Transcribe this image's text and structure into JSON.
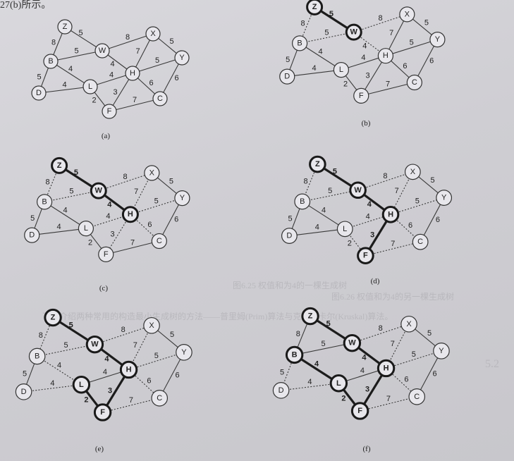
{
  "top_text": "27(b)所示。",
  "ghost_text": [
    "图6.25 权值和为4的一棵生成树",
    "图6.26 权值和为4的另一棵生成树",
    "下面介绍两种常用的构造最小生成树的方法——普里姆(Prim)算法与克鲁斯卡尔(Kruskal)算法。",
    "5.2"
  ],
  "graph": {
    "nodes": [
      {
        "id": "Z",
        "label": "Z"
      },
      {
        "id": "X",
        "label": "X"
      },
      {
        "id": "W",
        "label": "W"
      },
      {
        "id": "B",
        "label": "B"
      },
      {
        "id": "Y",
        "label": "Y"
      },
      {
        "id": "H",
        "label": "H"
      },
      {
        "id": "D",
        "label": "D"
      },
      {
        "id": "L",
        "label": "L"
      },
      {
        "id": "C",
        "label": "C"
      },
      {
        "id": "F",
        "label": "F"
      }
    ],
    "edges": [
      {
        "a": "Z",
        "b": "B",
        "w": "8"
      },
      {
        "a": "Z",
        "b": "W",
        "w": "5"
      },
      {
        "a": "W",
        "b": "X",
        "w": "8"
      },
      {
        "a": "B",
        "b": "W",
        "w": "5"
      },
      {
        "a": "X",
        "b": "Y",
        "w": "5"
      },
      {
        "a": "X",
        "b": "H",
        "w": "7"
      },
      {
        "a": "W",
        "b": "H",
        "w": "4"
      },
      {
        "a": "B",
        "b": "L",
        "w": "4"
      },
      {
        "a": "B",
        "b": "D",
        "w": "5"
      },
      {
        "a": "H",
        "b": "Y",
        "w": "5"
      },
      {
        "a": "L",
        "b": "H",
        "w": "4"
      },
      {
        "a": "D",
        "b": "L",
        "w": "4"
      },
      {
        "a": "H",
        "b": "C",
        "w": "6"
      },
      {
        "a": "Y",
        "b": "C",
        "w": "6"
      },
      {
        "a": "H",
        "b": "F",
        "w": "3"
      },
      {
        "a": "L",
        "b": "F",
        "w": "2"
      },
      {
        "a": "F",
        "b": "C",
        "w": "7"
      }
    ]
  },
  "panels": [
    {
      "caption": "(a)",
      "bold_nodes": [],
      "bold_edges": []
    },
    {
      "caption": "(b)",
      "bold_nodes": [
        "Z",
        "W"
      ],
      "bold_edges": [
        "Z-W"
      ]
    },
    {
      "caption": "(c)",
      "bold_nodes": [
        "Z",
        "W",
        "H"
      ],
      "bold_edges": [
        "Z-W",
        "W-H"
      ]
    },
    {
      "caption": "(d)",
      "bold_nodes": [
        "Z",
        "W",
        "H",
        "F"
      ],
      "bold_edges": [
        "Z-W",
        "W-H",
        "H-F"
      ]
    },
    {
      "caption": "(e)",
      "bold_nodes": [
        "Z",
        "W",
        "H",
        "F",
        "L"
      ],
      "bold_edges": [
        "Z-W",
        "W-H",
        "H-F",
        "L-F"
      ]
    },
    {
      "caption": "(f)",
      "bold_nodes": [
        "Z",
        "W",
        "H",
        "F",
        "L",
        "B"
      ],
      "bold_edges": [
        "Z-W",
        "W-H",
        "H-F",
        "L-F",
        "B-L"
      ]
    }
  ]
}
